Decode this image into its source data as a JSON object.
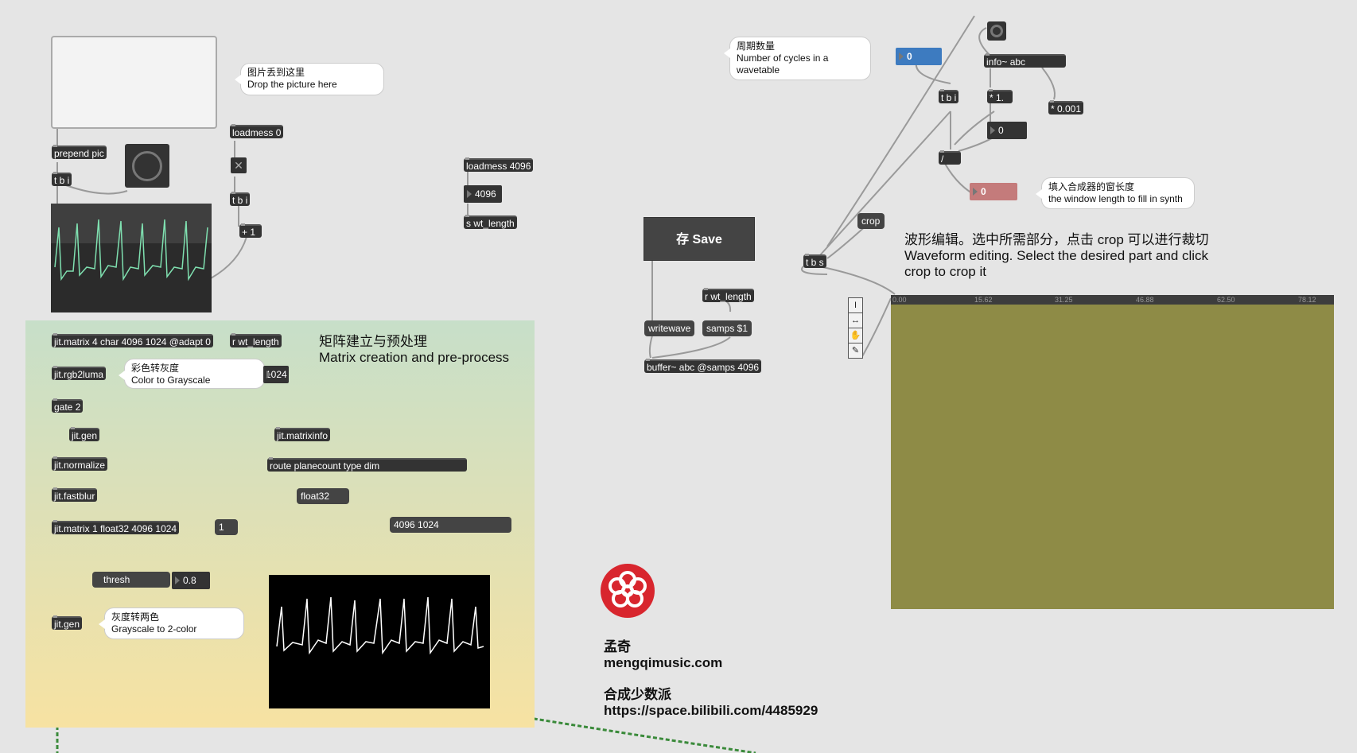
{
  "drop": {
    "hint": "图片丢到这里\nDrop the picture here"
  },
  "objects": {
    "prepend_pic": "prepend pic",
    "tbi_1": "t b i",
    "loadmess0": "loadmess 0",
    "tbi_2": "t b i",
    "plus1": "+ 1",
    "loadmess4096": "loadmess 4096",
    "s_wt_length": "s wt_length",
    "jit_matrix4": "jit.matrix 4 char 4096 1024 @adapt 0",
    "r_wt_length_1": "r wt_length",
    "jit_rgb2luma": "jit.rgb2luma",
    "gate2": "gate 2",
    "jit_gen_1": "jit.gen",
    "jit_matrixinfo": "jit.matrixinfo",
    "jit_normalize": "jit.normalize",
    "route": "route planecount type dim",
    "jit_fastblur": "jit.fastblur",
    "jit_matrix1": "jit.matrix 1 float32 4096 1024",
    "jit_gen_2": "jit.gen",
    "r_wt_length_2": "r wt_length",
    "buffer": "buffer~ abc @samps 4096",
    "info_abc": "info~ abc",
    "mult1": "* 1.",
    "mult0001": "* 0.001",
    "tbi_3": "t b i",
    "div": "/",
    "tbs": "t b s"
  },
  "numbers": {
    "n4096": "4096",
    "n1024": "1024",
    "cycles": "0",
    "n_zero": "0",
    "window": "0",
    "thresh_val": "0.8"
  },
  "messages": {
    "float32": "float32",
    "one": "1",
    "dim": "4096 1024",
    "writewave": "writewave",
    "samps": "samps $1",
    "crop": "crop",
    "thresh": "thresh"
  },
  "comments": {
    "color_gray": "彩色转灰度\nColor to Grayscale",
    "gray_2color": "灰度转两色\nGrayscale to 2-color",
    "cycles": "周期数量\nNumber of cycles in a\nwavetable",
    "window": "填入合成器的窗长度\nthe window length to fill in synth"
  },
  "labels": {
    "matrix_title": "矩阵建立与预处理\nMatrix creation and pre-process",
    "wave_edit": "波形编辑。选中所需部分，点击 crop 可以进行裁切\nWaveform editing. Select the desired part and click\ncrop to crop it",
    "author_cn": "孟奇",
    "author_site": "mengqimusic.com",
    "group_cn": "合成少数派",
    "group_url": "https://space.bilibili.com/4485929"
  },
  "save_button": "存 Save",
  "ruler_ticks": [
    "0.00",
    "15.62",
    "31.25",
    "46.88",
    "62.50",
    "78.12"
  ],
  "colors": {
    "waveform_bg": "#8e8b46",
    "cycles_box": "#3d7bc0",
    "window_box": "#c47b7b",
    "wire_matrix": "#3a8a3a",
    "logo": "#d8262e"
  },
  "icons": [
    "bang-icon",
    "toggle-x-icon",
    "select-tool-icon",
    "resize-tool-icon",
    "hand-tool-icon",
    "pencil-tool-icon",
    "flower-logo-icon"
  ]
}
